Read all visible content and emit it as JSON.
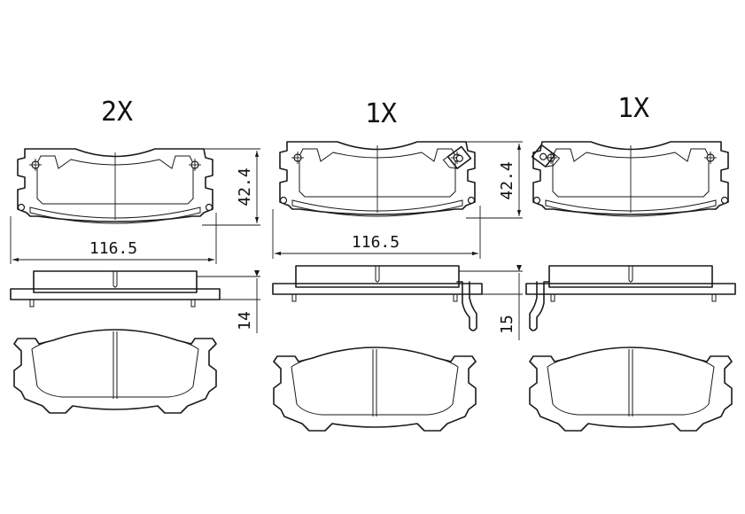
{
  "pads": [
    {
      "quantity": "2X",
      "width": "116.5",
      "height": "42.4",
      "thickness": "14"
    },
    {
      "quantity": "1X",
      "width": "116.5",
      "height": "42.4",
      "thickness": "15"
    },
    {
      "quantity": "1X"
    }
  ]
}
